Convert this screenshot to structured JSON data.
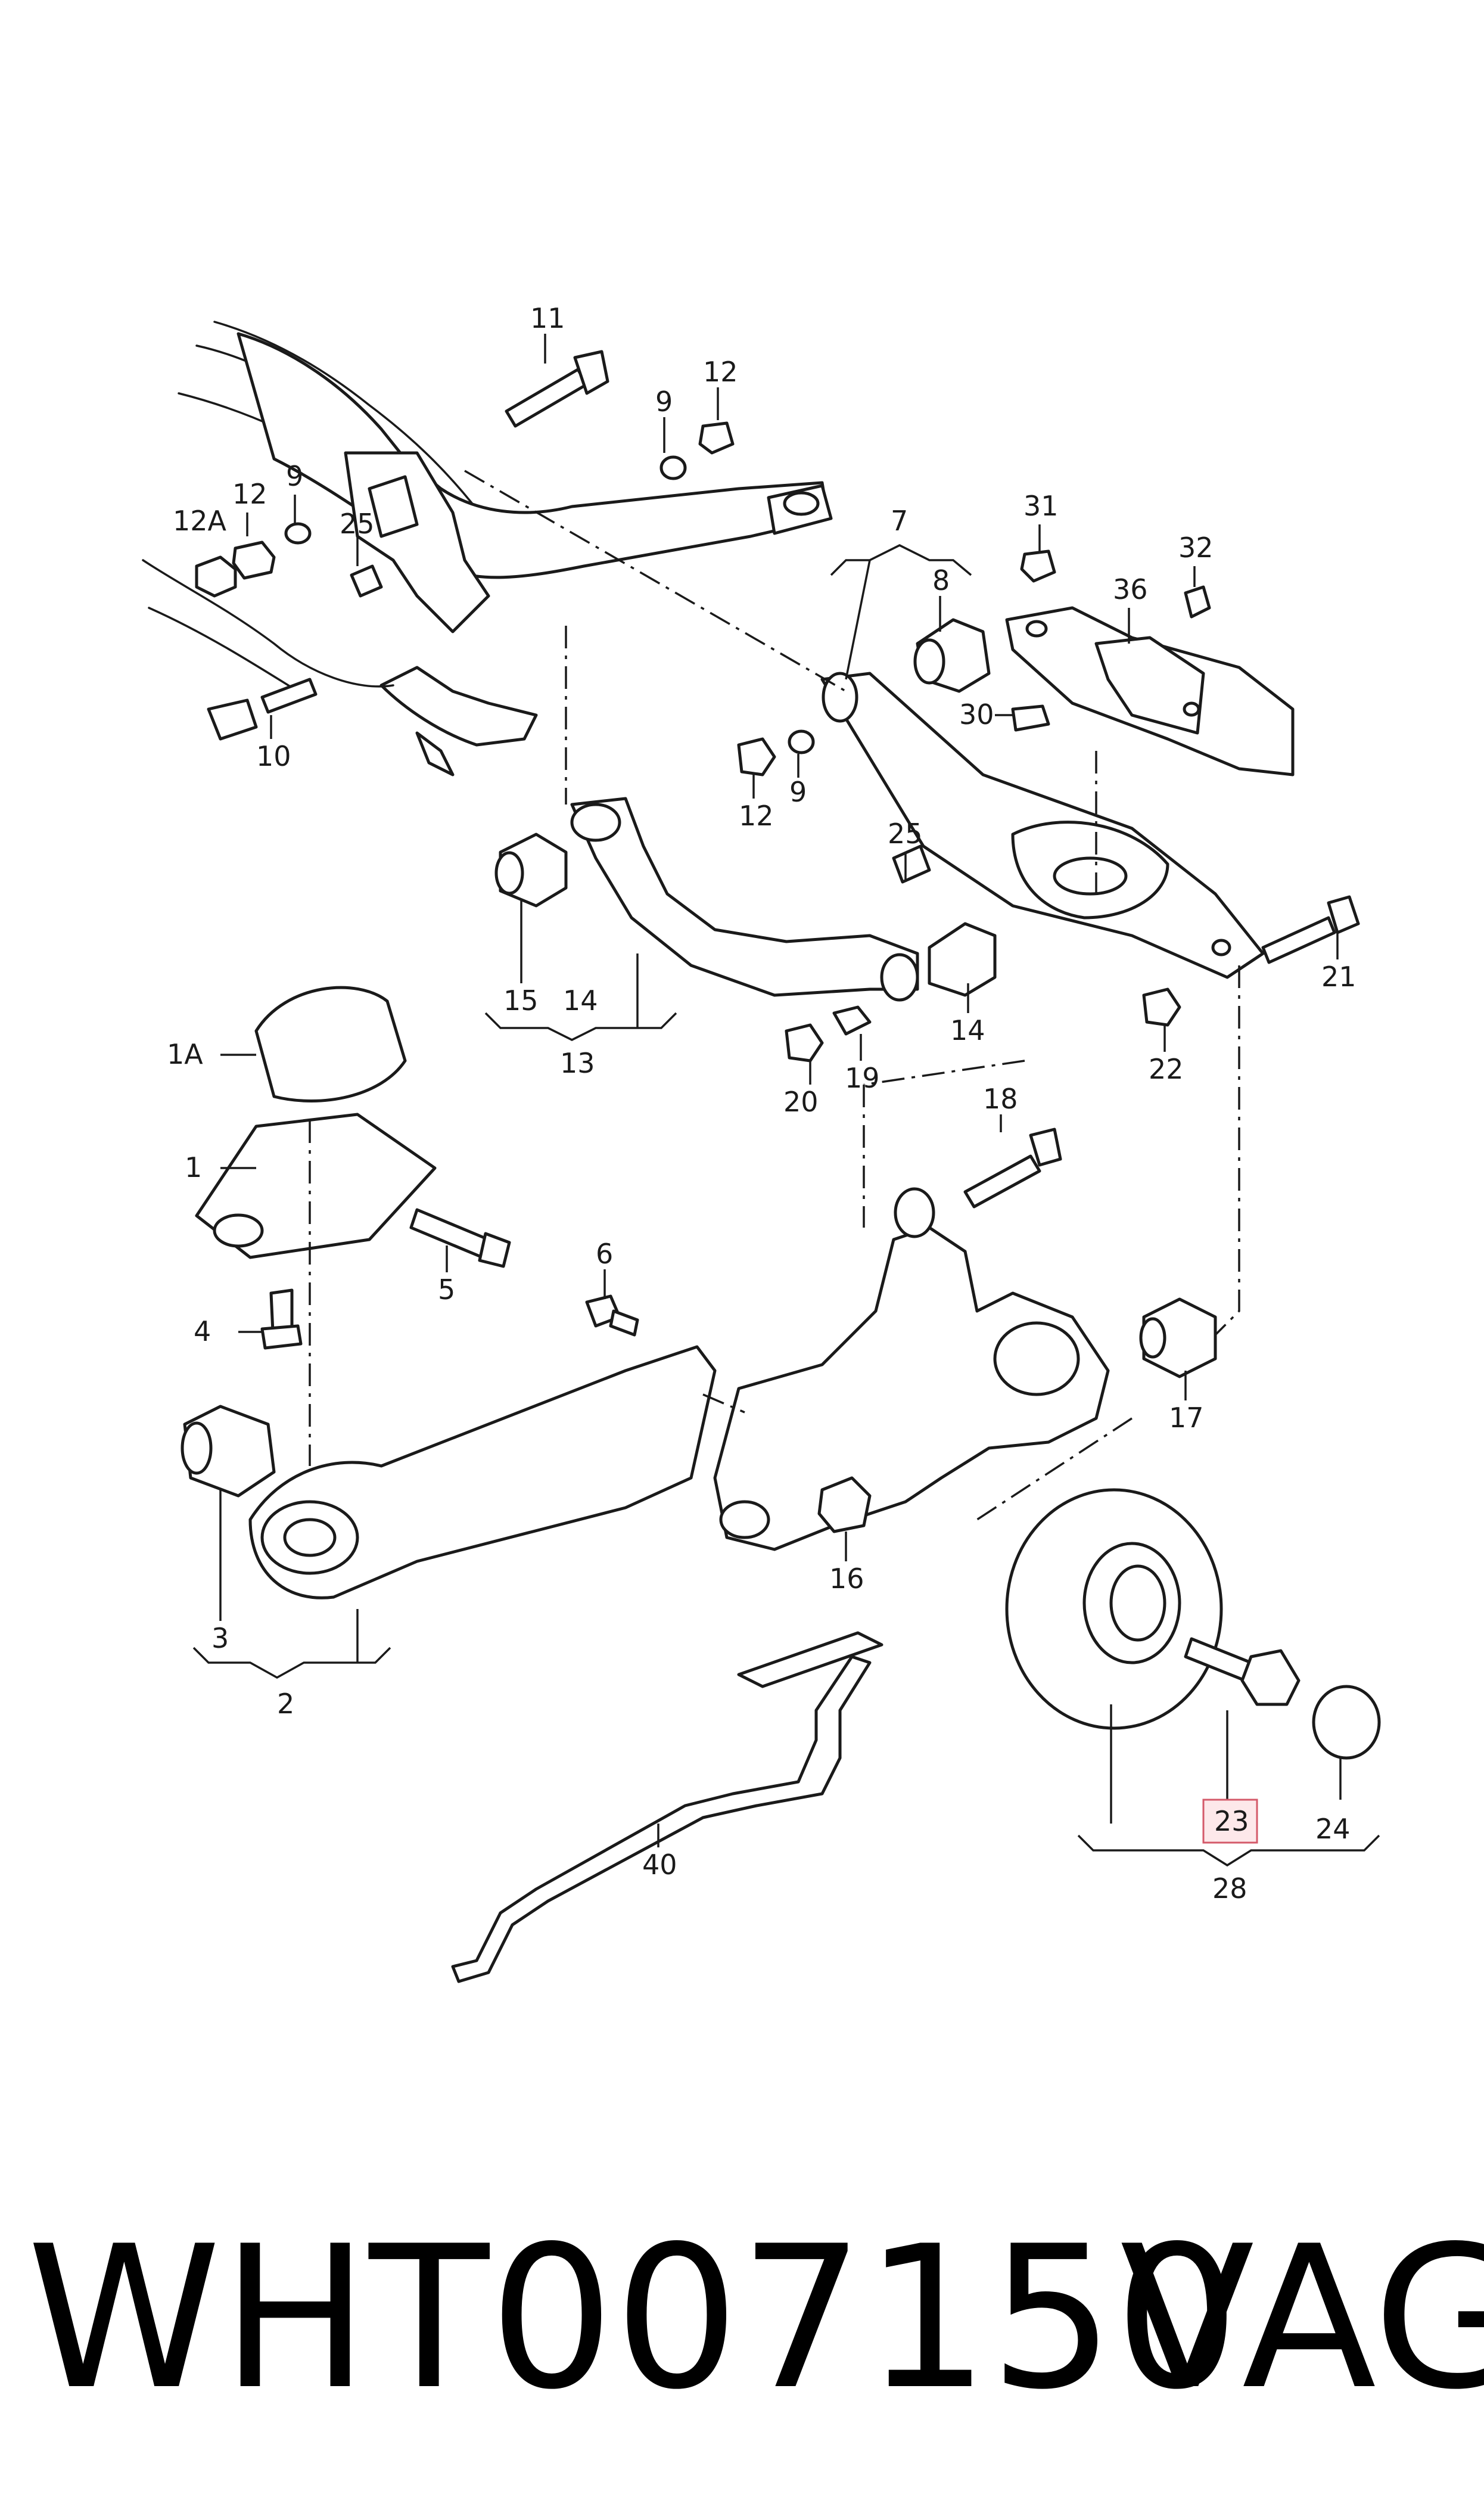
{
  "callouts": {
    "c11": "11",
    "c9a": "9",
    "c12a": "12",
    "c12b": "12",
    "c12A": "12A",
    "c9b": "9",
    "c25a": "25",
    "c10": "10",
    "c7": "7",
    "c8": "8",
    "c31": "31",
    "c32": "32",
    "c36": "36",
    "c30": "30",
    "c9c": "9",
    "c12c": "12",
    "c25b": "25",
    "c21": "21",
    "c22": "22",
    "c15": "15",
    "c14a": "14",
    "c13": "13",
    "c14b": "14",
    "c19": "19",
    "c20": "20",
    "c1A": "1A",
    "c1": "1",
    "c5": "5",
    "c4": "4",
    "c18": "18",
    "c6": "6",
    "c17": "17",
    "c16": "16",
    "c3": "3",
    "c2": "2",
    "c40": "40",
    "c23": "23",
    "c24": "24",
    "c28": "28"
  },
  "highlight": {
    "fill": "#fde8ea",
    "stroke": "#d45a6a"
  },
  "footer": {
    "part_number": "WHT007150",
    "brand": "VAG"
  }
}
